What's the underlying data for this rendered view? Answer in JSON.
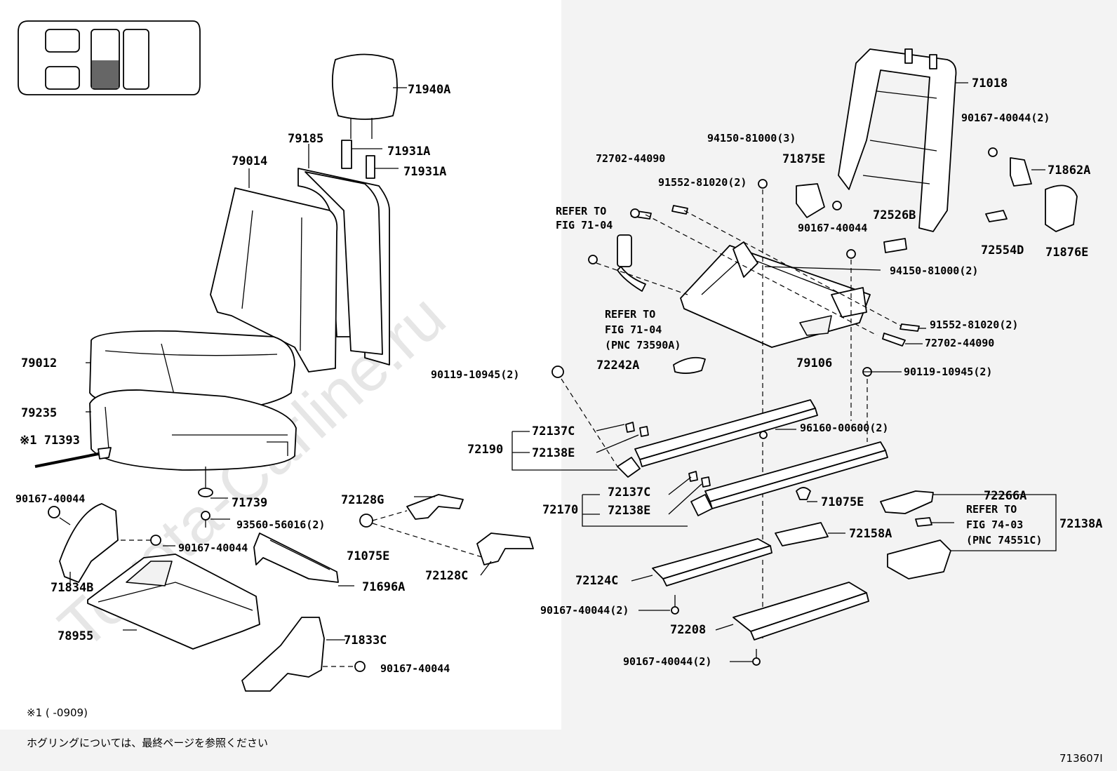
{
  "watermark": "Toyota-Carline.ru",
  "diagram_id": "713607I",
  "footnote_mark": "※1 (      -0909)",
  "footer_note": "ホグリングについては、最終ページを参照ください",
  "parts": {
    "p71940A": "71940A",
    "p79185": "79185",
    "p79014": "79014",
    "p71931A_1": "71931A",
    "p71931A_2": "71931A",
    "p79012": "79012",
    "p79235": "79235",
    "p71393": "※1 71393",
    "p90167_40044_l": "90167-40044",
    "p71739": "71739",
    "p93560": "93560-56016(2)",
    "p90167_40044_m": "90167-40044",
    "p71834B": "71834B",
    "p78955": "78955",
    "p71833C": "71833C",
    "p90167_40044_b": "90167-40044",
    "p72128G": "72128G",
    "p71075E_l": "71075E",
    "p71696A": "71696A",
    "p72128C": "72128C",
    "p71018": "71018",
    "p90167_2_r": "90167-40044(2)",
    "p71862A": "71862A",
    "p71876E": "71876E",
    "p72554D": "72554D",
    "p72526B": "72526B",
    "p90167_40044_c": "90167-40044",
    "p71875E": "71875E",
    "p94150_3": "94150-81000(3)",
    "p72702_a": "72702-44090",
    "p91552_a": "91552-81020(2)",
    "refer1_a": "REFER TO",
    "refer1_b": "FIG 71-04",
    "refer2_a": "REFER TO",
    "refer2_b": "FIG 71-04",
    "refer2_c": "(PNC 73590A)",
    "p94150_2": "94150-81000(2)",
    "p91552_b": "91552-81020(2)",
    "p72702_b": "72702-44090",
    "p72242A": "72242A",
    "p79106": "79106",
    "p90119_l": "90119-10945(2)",
    "p90119_r": "90119-10945(2)",
    "p72137C_1": "72137C",
    "p72190": "72190",
    "p72138E_1": "72138E",
    "p96160": "96160-00600(2)",
    "p72137C_2": "72137C",
    "p72170": "72170",
    "p72138E_2": "72138E",
    "p71075E_r": "71075E",
    "p72266A": "72266A",
    "refer3_a": "REFER TO",
    "refer3_b": "FIG 74-03",
    "refer3_c": "(PNC 74551C)",
    "p72138A": "72138A",
    "p72158A": "72158A",
    "p72124C": "72124C",
    "p90167_2_a": "90167-40044(2)",
    "p72208": "72208",
    "p90167_2_b": "90167-40044(2)"
  }
}
